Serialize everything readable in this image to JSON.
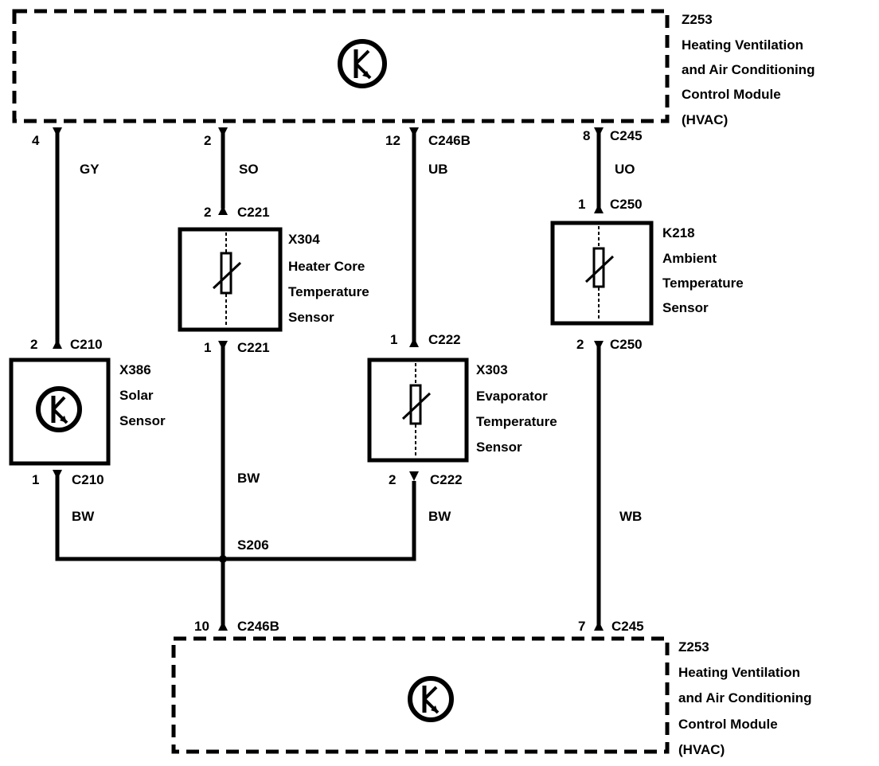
{
  "modules": {
    "top": {
      "ref": "Z253",
      "line1": "Heating Ventilation",
      "line2": "and Air Conditioning",
      "line3": "Control Module",
      "line4": "(HVAC)"
    },
    "bottom": {
      "ref": "Z253",
      "line1": "Heating Ventilation",
      "line2": "and Air Conditioning",
      "line3": "Control Module",
      "line4": "(HVAC)"
    }
  },
  "components": {
    "solar": {
      "ref": "X386",
      "line1": "Solar",
      "line2": "Sensor"
    },
    "heater": {
      "ref": "X304",
      "line1": "Heater Core",
      "line2": "Temperature",
      "line3": "Sensor"
    },
    "evap": {
      "ref": "X303",
      "line1": "Evaporator",
      "line2": "Temperature",
      "line3": "Sensor"
    },
    "ambient": {
      "ref": "K218",
      "line1": "Ambient",
      "line2": "Temperature",
      "line3": "Sensor"
    }
  },
  "wires": {
    "gy": "GY",
    "so": "SO",
    "ub": "UB",
    "uo": "UO",
    "bw_heater": "BW",
    "bw_solar": "BW",
    "bw_evap": "BW",
    "wb": "WB"
  },
  "splice": "S206",
  "connectors": {
    "top_gy_pin": "4",
    "top_so_pin": "2",
    "top_ub_pin": "12",
    "top_ub_conn": "C246B",
    "top_uo_pin": "8",
    "top_uo_conn": "C245",
    "heater_top_pin": "2",
    "heater_top_conn": "C221",
    "heater_bot_pin": "1",
    "heater_bot_conn": "C221",
    "ambient_top_pin": "1",
    "ambient_top_conn": "C250",
    "ambient_bot_pin": "2",
    "ambient_bot_conn": "C250",
    "solar_top_pin": "2",
    "solar_top_conn": "C210",
    "solar_bot_pin": "1",
    "solar_bot_conn": "C210",
    "evap_top_pin": "1",
    "evap_top_conn": "C222",
    "evap_bot_pin": "2",
    "evap_bot_conn": "C222",
    "bottom_left_pin": "10",
    "bottom_left_conn": "C246B",
    "bottom_right_pin": "7",
    "bottom_right_conn": "C245"
  }
}
